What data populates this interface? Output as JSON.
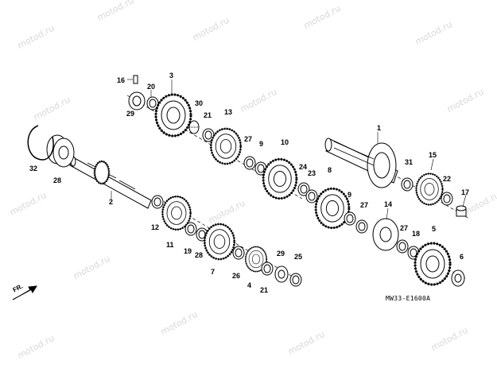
{
  "watermark": "motod.ru",
  "diagram_code": "MW33-E1600A",
  "direction_label": "FR.",
  "callouts": [
    "1",
    "2",
    "3",
    "4",
    "5",
    "6",
    "7",
    "8",
    "9",
    "10",
    "11",
    "12",
    "13",
    "14",
    "15",
    "16",
    "17",
    "18",
    "19",
    "20",
    "21",
    "22",
    "23",
    "24",
    "25",
    "26",
    "27",
    "28",
    "29",
    "30",
    "31",
    "32"
  ]
}
